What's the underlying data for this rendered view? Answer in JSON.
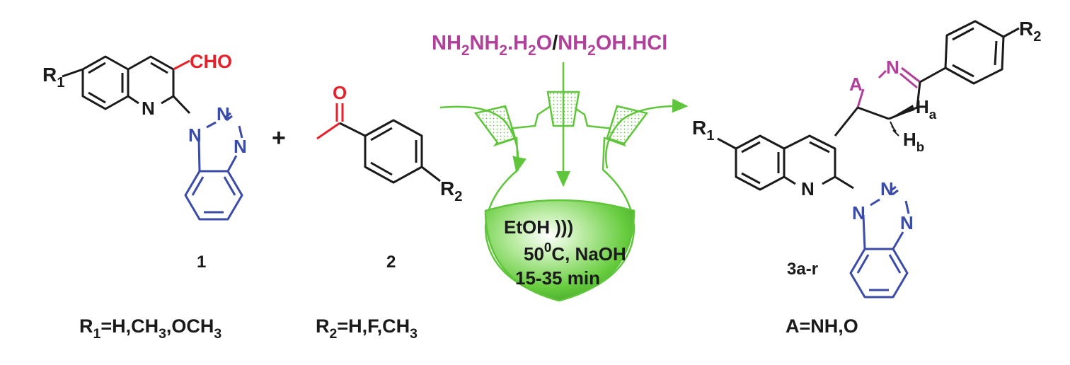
{
  "reagent": {
    "part1": "NH",
    "sub1": "2",
    "part2": "NH",
    "sub2": "2",
    "part3": ".H",
    "sub3": "2",
    "part4": "O",
    "slash": "/",
    "part5": "NH",
    "sub5": "2",
    "part6": "OH.HCl"
  },
  "compound1": {
    "r_label": "R",
    "r_sub": "1",
    "cho": "CHO",
    "n_quin": "N",
    "n1": "N",
    "n2": "N",
    "n3": "N",
    "number": "1",
    "subst_main": "R",
    "subst_sub": "1",
    "subst_rest": "=H,CH",
    "subst_sub2": "3",
    "subst_rest2": ",OCH",
    "subst_sub3": "3"
  },
  "plus": "+",
  "compound2": {
    "o": "O",
    "r_label": "R",
    "r_sub": "2",
    "number": "2",
    "subst_main": "R",
    "subst_sub": "2",
    "subst_rest": "=H,F,CH",
    "subst_sub2": "3"
  },
  "flask": {
    "solvent": "EtOH )))",
    "temp_main": "50",
    "temp_sup": "0",
    "temp_rest": "C, NaOH",
    "time": "15-35 min"
  },
  "product": {
    "a": "A",
    "n_ring": "N",
    "r2": "R",
    "r2_sub": "2",
    "ha": "H",
    "ha_sub": "a",
    "hb": "H",
    "hb_sub": "b",
    "r1": "R",
    "r1_sub": "1",
    "n_quin": "N",
    "n1": "N",
    "n2": "N",
    "n3": "N",
    "number": "3a-r",
    "subst": "A=NH,O"
  },
  "colors": {
    "black": "#1a1a1a",
    "red": "#e8202a",
    "blue": "#3a4ba8",
    "magenta": "#b0409a",
    "green": "#5fc53a",
    "green_dark": "#3e9a2a"
  }
}
